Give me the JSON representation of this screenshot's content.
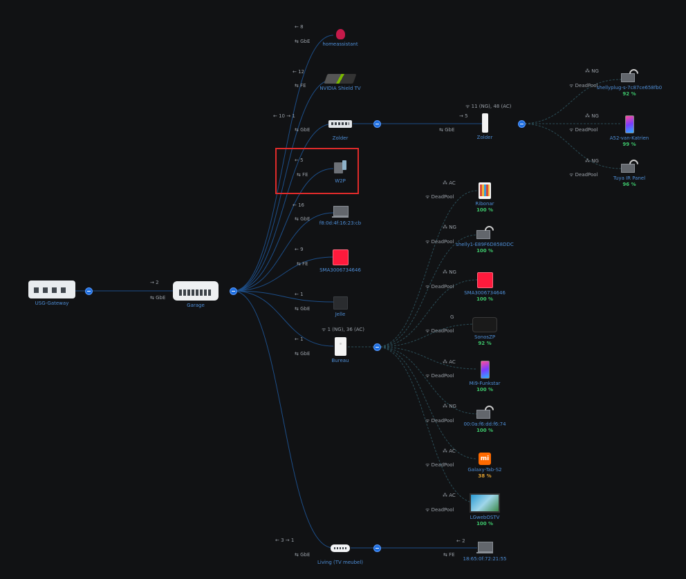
{
  "colors": {
    "background": "#111214",
    "link": "#1d4f8a",
    "wireless_link": "#2b4d57",
    "node_name": "#4f8fd8",
    "good": "#3ec76c",
    "warn": "#e0a030",
    "highlight": "#e02b2b"
  },
  "nodes": {
    "usg": {
      "name": "USG-Gateway",
      "icon": "gateway-icon",
      "uplink_label": "→ 2",
      "speed": "GbE"
    },
    "garage": {
      "name": "Garage",
      "icon": "switch-16-icon"
    },
    "homeassistant": {
      "name": "homeassistant",
      "icon": "raspberry-pi-icon",
      "port": "← 8",
      "speed": "GbE"
    },
    "nvidia": {
      "name": "NVIDIA Shield TV",
      "icon": "nvidia-shield-icon",
      "port": "← 12",
      "speed": "FE"
    },
    "zolder_sw": {
      "name": "Zolder",
      "icon": "switch-8-icon",
      "port": "← 10   → 1",
      "speed": "GbE"
    },
    "zolder_ap": {
      "name": "Zolder",
      "icon": "access-point-icon",
      "clients": "11 (NG), 48 (AC)",
      "port": "→ 5",
      "speed": "GbE"
    },
    "shelly_plug": {
      "name": "shellyplug-s-7c87ce658fb0",
      "icon": "laptop-wifi-icon",
      "band": "NG",
      "ssid": "DeadPool",
      "signal": "92 %"
    },
    "a52": {
      "name": "A52-van-Katrien",
      "icon": "phone-icon",
      "band": "NG",
      "ssid": "DeadPool",
      "signal": "99 %"
    },
    "tuya": {
      "name": "Tuya IR Panel",
      "icon": "laptop-wifi-icon",
      "band": "NG",
      "ssid": "DeadPool",
      "signal": "96 %"
    },
    "w2p": {
      "name": "W2P",
      "icon": "w2p-device-icon",
      "port": "← 5",
      "speed": "FE"
    },
    "mac16": {
      "name": "f8:0d:4f:16:23:cb",
      "icon": "laptop-icon",
      "port": "← 16",
      "speed": "GbE"
    },
    "sma_wired": {
      "name": "SMA3006734646",
      "icon": "sma-inverter-icon",
      "port": "← 9",
      "speed": "FE"
    },
    "jelle": {
      "name": "Jelle",
      "icon": "black-box-icon",
      "port": "← 1",
      "speed": "GbE"
    },
    "bureau": {
      "name": "Bureau",
      "icon": "access-point-icon",
      "clients": "1 (NG), 36 (AC)",
      "port": "← 1",
      "speed": "GbE"
    },
    "ribonar": {
      "name": "Ribonar",
      "icon": "tablet-icon",
      "band": "AC",
      "ssid": "DeadPool",
      "signal": "100 %"
    },
    "shelly1": {
      "name": "shelly1-E89F6D858DDC",
      "icon": "laptop-wifi-icon",
      "band": "NG",
      "ssid": "DeadPool",
      "signal": "100 %"
    },
    "sma_wifi": {
      "name": "SMA3006734646",
      "icon": "sma-inverter-icon",
      "band": "NG",
      "ssid": "DeadPool",
      "signal": "100 %"
    },
    "sonos": {
      "name": "SonosZP",
      "icon": "sonos-icon",
      "band": "G",
      "ssid": "DeadPool",
      "signal": "92 %"
    },
    "mi9": {
      "name": "Mi9-Funkstar",
      "icon": "phone-icon",
      "band": "AC",
      "ssid": "DeadPool",
      "signal": "100 %"
    },
    "mac74": {
      "name": "00:0a:f6:dd:f6:74",
      "icon": "laptop-wifi-icon",
      "band": "NG",
      "ssid": "DeadPool",
      "signal": "100 %"
    },
    "galaxy": {
      "name": "Galaxy-Tab-S2",
      "icon": "xiaomi-icon",
      "band": "AC",
      "ssid": "DeadPool",
      "signal": "38 %"
    },
    "lg": {
      "name": "LGwebOSTV",
      "icon": "tv-icon",
      "band": "AC",
      "ssid": "DeadPool",
      "signal": "100 %"
    },
    "living": {
      "name": "Living (TV meubel)",
      "icon": "switch-5-icon",
      "port": "← 3   → 1",
      "speed": "GbE"
    },
    "mac55": {
      "name": "18:65:0f:72:21:55",
      "icon": "laptop-icon",
      "port": "← 2",
      "speed": "FE"
    }
  },
  "xiaomi_glyph": "mi",
  "wifi_glyph": "((·",
  "band_glyph": "⁂"
}
